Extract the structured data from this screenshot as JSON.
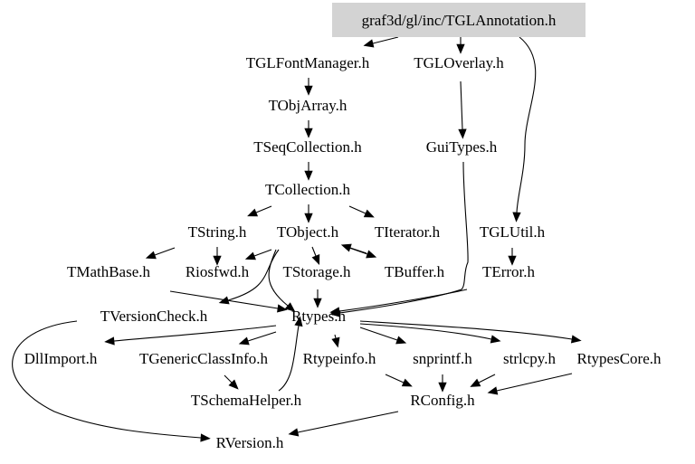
{
  "diagram": {
    "type": "include-dependency-graph",
    "root": "graf3d/gl/inc/TGLAnnotation.h",
    "colors": {
      "root_fill": "#d3d3d3",
      "edge": "#000000",
      "text": "#000000",
      "background": "#ffffff"
    },
    "nodes": [
      {
        "id": "TGLAnnotation",
        "label": "graf3d/gl/inc/TGLAnnotation.h",
        "highlighted": true
      },
      {
        "id": "TGLFontManager",
        "label": "TGLFontManager.h"
      },
      {
        "id": "TGLOverlay",
        "label": "TGLOverlay.h"
      },
      {
        "id": "TObjArray",
        "label": "TObjArray.h"
      },
      {
        "id": "TSeqCollection",
        "label": "TSeqCollection.h"
      },
      {
        "id": "GuiTypes",
        "label": "GuiTypes.h"
      },
      {
        "id": "TCollection",
        "label": "TCollection.h"
      },
      {
        "id": "TString",
        "label": "TString.h"
      },
      {
        "id": "TObject",
        "label": "TObject.h"
      },
      {
        "id": "TIterator",
        "label": "TIterator.h"
      },
      {
        "id": "TGLUtil",
        "label": "TGLUtil.h"
      },
      {
        "id": "TMathBase",
        "label": "TMathBase.h"
      },
      {
        "id": "Riosfwd",
        "label": "Riosfwd.h"
      },
      {
        "id": "TStorage",
        "label": "TStorage.h"
      },
      {
        "id": "TBuffer",
        "label": "TBuffer.h"
      },
      {
        "id": "TError",
        "label": "TError.h"
      },
      {
        "id": "TVersionCheck",
        "label": "TVersionCheck.h"
      },
      {
        "id": "Rtypes",
        "label": "Rtypes.h"
      },
      {
        "id": "DllImport",
        "label": "DllImport.h"
      },
      {
        "id": "TGenericClassInfo",
        "label": "TGenericClassInfo.h"
      },
      {
        "id": "Rtypeinfo",
        "label": "Rtypeinfo.h"
      },
      {
        "id": "snprintf",
        "label": "snprintf.h"
      },
      {
        "id": "strlcpy",
        "label": "strlcpy.h"
      },
      {
        "id": "RtypesCore",
        "label": "RtypesCore.h"
      },
      {
        "id": "TSchemaHelper",
        "label": "TSchemaHelper.h"
      },
      {
        "id": "RConfig",
        "label": "RConfig.h"
      },
      {
        "id": "RVersion",
        "label": "RVersion.h"
      }
    ],
    "edges": [
      {
        "from": "TGLAnnotation",
        "to": "TGLFontManager"
      },
      {
        "from": "TGLAnnotation",
        "to": "TGLOverlay"
      },
      {
        "from": "TGLAnnotation",
        "to": "TGLUtil"
      },
      {
        "from": "TGLFontManager",
        "to": "TObjArray"
      },
      {
        "from": "TObjArray",
        "to": "TSeqCollection"
      },
      {
        "from": "TSeqCollection",
        "to": "TCollection"
      },
      {
        "from": "TGLOverlay",
        "to": "GuiTypes"
      },
      {
        "from": "GuiTypes",
        "to": "Rtypes"
      },
      {
        "from": "TCollection",
        "to": "TString"
      },
      {
        "from": "TCollection",
        "to": "TObject"
      },
      {
        "from": "TCollection",
        "to": "TIterator"
      },
      {
        "from": "TString",
        "to": "TMathBase"
      },
      {
        "from": "TString",
        "to": "Riosfwd"
      },
      {
        "from": "TObject",
        "to": "Riosfwd"
      },
      {
        "from": "TObject",
        "to": "TStorage"
      },
      {
        "from": "TObject",
        "to": "TBuffer"
      },
      {
        "from": "TObject",
        "to": "TVersionCheck"
      },
      {
        "from": "TObject",
        "to": "Rtypes"
      },
      {
        "from": "TBuffer",
        "to": "TObject"
      },
      {
        "from": "TGLUtil",
        "to": "TError"
      },
      {
        "from": "TMathBase",
        "to": "Rtypes"
      },
      {
        "from": "TStorage",
        "to": "Rtypes"
      },
      {
        "from": "TError",
        "to": "Rtypes"
      },
      {
        "from": "TVersionCheck",
        "to": "RVersion"
      },
      {
        "from": "Rtypes",
        "to": "DllImport"
      },
      {
        "from": "Rtypes",
        "to": "TGenericClassInfo"
      },
      {
        "from": "Rtypes",
        "to": "Rtypeinfo"
      },
      {
        "from": "Rtypes",
        "to": "snprintf"
      },
      {
        "from": "Rtypes",
        "to": "strlcpy"
      },
      {
        "from": "Rtypes",
        "to": "RtypesCore"
      },
      {
        "from": "TGenericClassInfo",
        "to": "TSchemaHelper"
      },
      {
        "from": "TSchemaHelper",
        "to": "Rtypes"
      },
      {
        "from": "Rtypeinfo",
        "to": "RConfig"
      },
      {
        "from": "snprintf",
        "to": "RConfig"
      },
      {
        "from": "strlcpy",
        "to": "RConfig"
      },
      {
        "from": "RtypesCore",
        "to": "RConfig"
      },
      {
        "from": "RConfig",
        "to": "RVersion"
      }
    ]
  }
}
